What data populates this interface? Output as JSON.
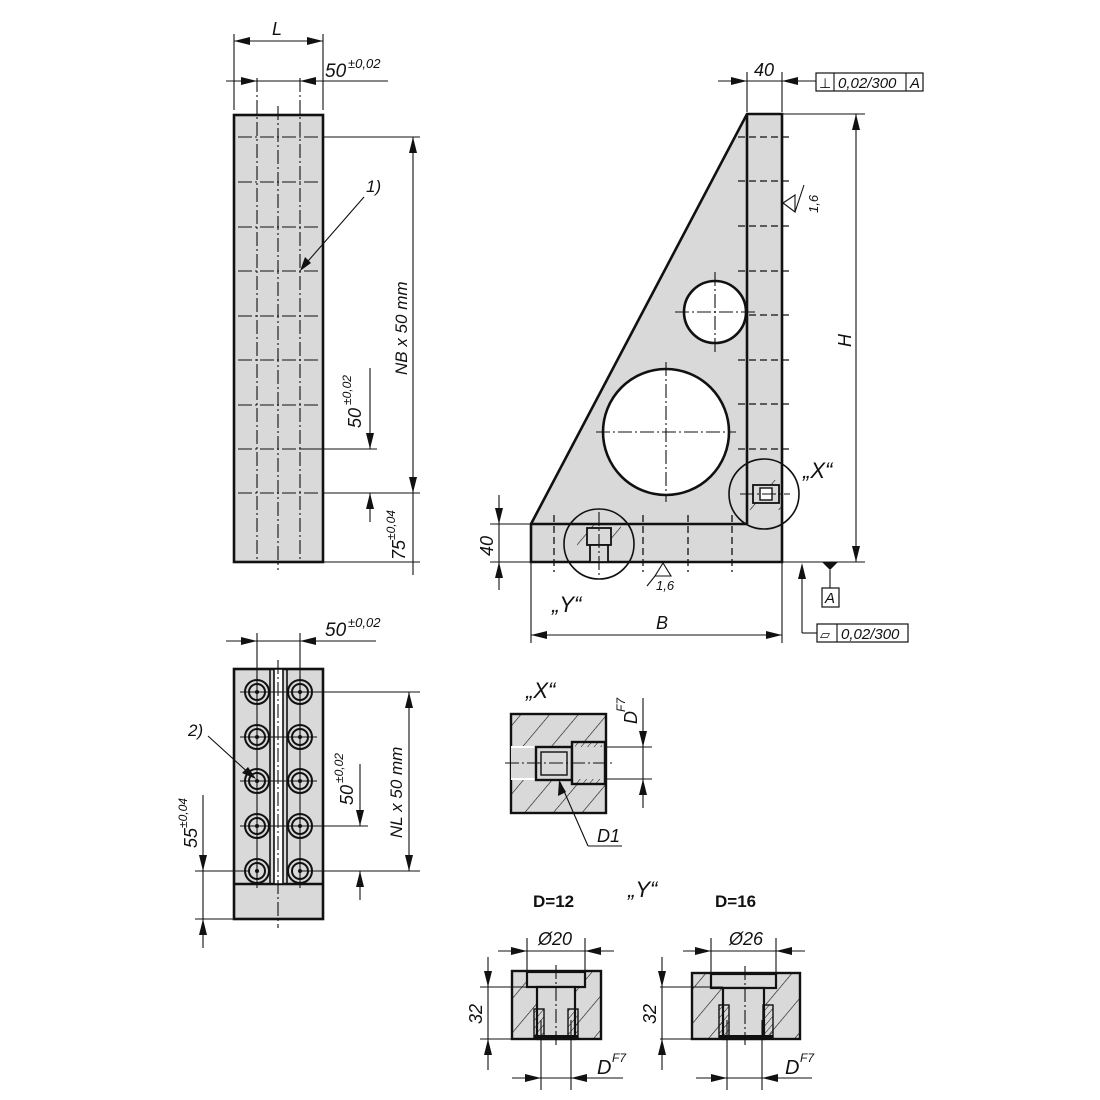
{
  "drawing": {
    "top_view": {
      "dim_L": "L",
      "dim_hole_spacing": "50",
      "dim_hole_spacing_tol": "±0,02",
      "callout_1": "1)",
      "dim_NB": "NB x 50 mm",
      "dim_pitch": "50",
      "dim_pitch_tol": "±0,02",
      "dim_offset": "75",
      "dim_offset_tol": "±0,04"
    },
    "side_view": {
      "dim_wall": "40",
      "tolerance_frame": {
        "symbol": "⊥",
        "value": "0,02/300",
        "datum": "A"
      },
      "roughness_vertical": "1,6",
      "roughness_bottom": "1,6",
      "dim_H": "H",
      "dim_base": "40",
      "dim_B": "B",
      "detail_X_label": "„X“",
      "detail_Y_label": "„Y“",
      "datum_label": "A",
      "flatness_frame": {
        "symbol": "▱",
        "value": "0,02/300"
      }
    },
    "bottom_view": {
      "dim_hole_spacing": "50",
      "dim_hole_spacing_tol": "±0,02",
      "callout_2": "2)",
      "dim_pitch": "50",
      "dim_pitch_tol": "±0,02",
      "dim_NL": "NL x 50 mm",
      "dim_offset": "55",
      "dim_offset_tol": "±0,04"
    },
    "detail_X": {
      "title": "„X“",
      "dim_D": "D",
      "dim_D_fit": "F7",
      "label_D1": "D1"
    },
    "detail_Y": {
      "title": "„Y“",
      "variants": [
        {
          "heading": "D=12",
          "dim_counterbore": "Ø20",
          "dim_depth": "32",
          "dim_D": "D",
          "dim_D_fit": "F7"
        },
        {
          "heading": "D=16",
          "dim_counterbore": "Ø26",
          "dim_depth": "32",
          "dim_D": "D",
          "dim_D_fit": "F7"
        }
      ]
    },
    "colors": {
      "part_fill": "#d9d9d9",
      "line": "#111111",
      "background": "#ffffff"
    }
  }
}
